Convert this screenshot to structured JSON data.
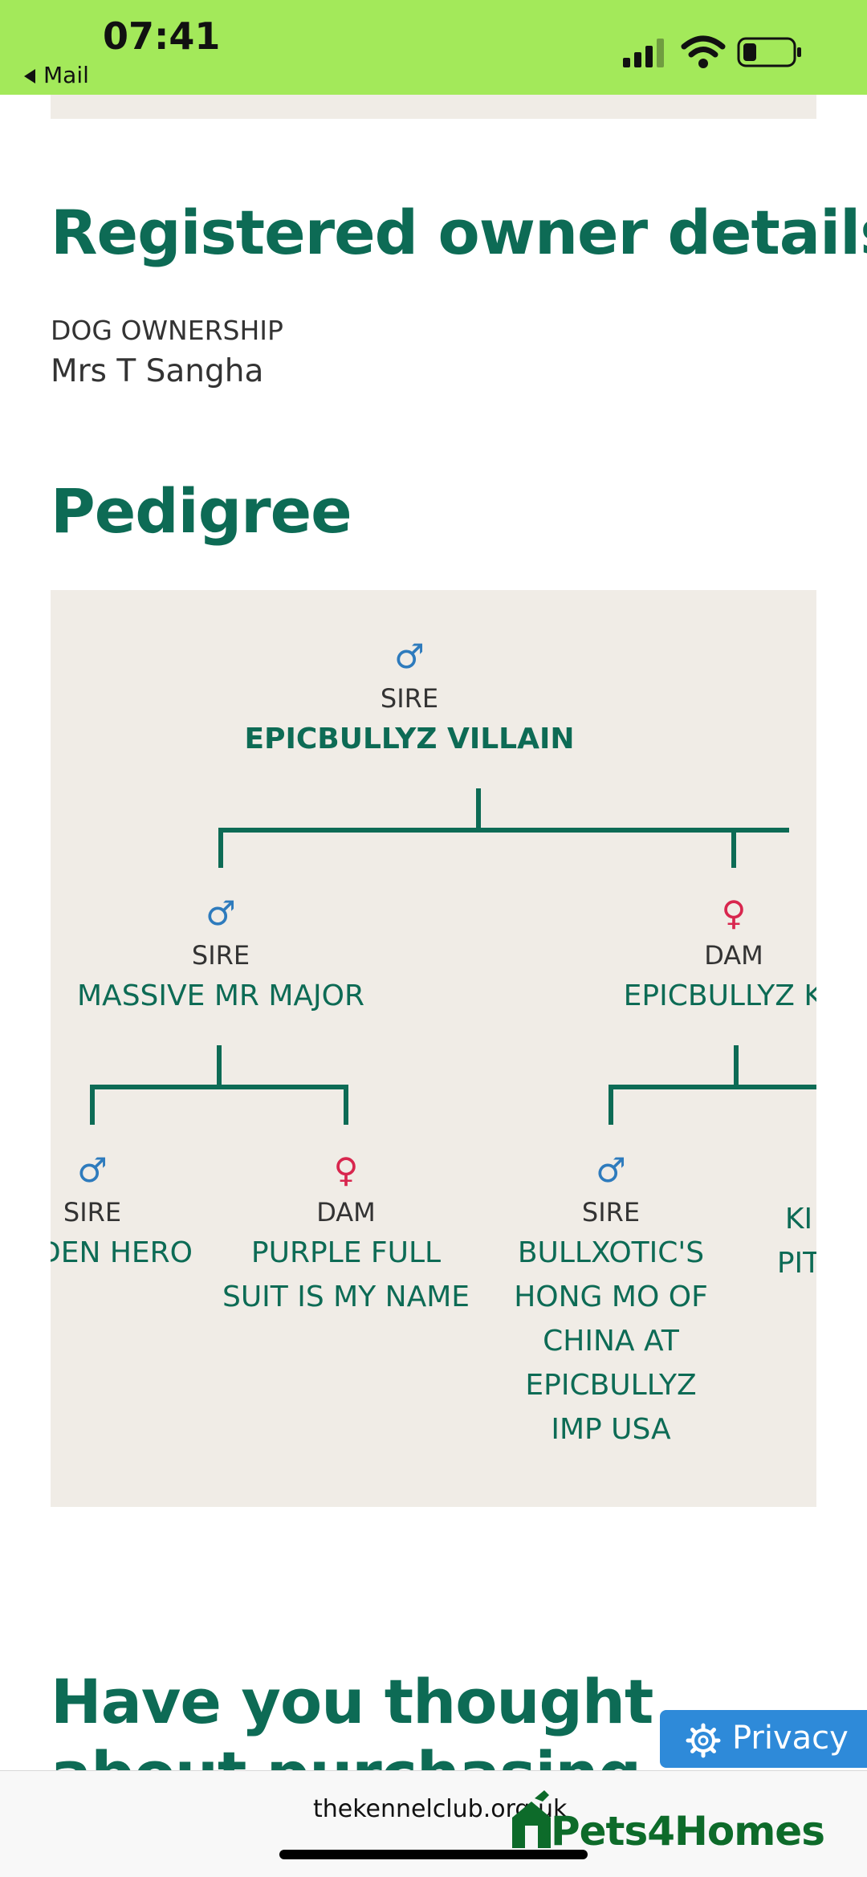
{
  "status_bar": {
    "time": "07:41",
    "back_label": "Mail",
    "back_icon": "back-triangle-icon",
    "signal_icon": "cellular-signal-icon",
    "wifi_icon": "wifi-icon",
    "battery_icon": "battery-icon",
    "bg_color": "#a3e95a"
  },
  "owner_section": {
    "heading": "Registered owner details",
    "label": "DOG OWNERSHIP",
    "value": "Mrs T Sangha"
  },
  "pedigree": {
    "heading": "Pedigree",
    "root": {
      "symbol": "♂",
      "role": "SIRE",
      "name": "EPICBULLYZ VILLAIN"
    },
    "sire": {
      "symbol": "♂",
      "role": "SIRE",
      "name": "MASSIVE MR MAJOR"
    },
    "dam": {
      "symbol": "♀",
      "role": "DAM",
      "name": "EPICBULLYZ KO"
    },
    "sire_sire": {
      "symbol": "♂",
      "role": "SIRE",
      "name": "DEN HERO"
    },
    "sire_dam": {
      "symbol": "♀",
      "role": "DAM",
      "name": "PURPLE FULL SUIT IS MY NAME"
    },
    "dam_sire": {
      "symbol": "♂",
      "role": "SIRE",
      "name": "BULLXOTIC'S HONG MO OF CHINA AT EPICBULLYZ IMP USA"
    },
    "dam_dam": {
      "name": "KI PIT"
    }
  },
  "cta": {
    "heading": "Have you thought about purchasing"
  },
  "privacy_button": {
    "label": "Privacy",
    "icon": "gear-icon"
  },
  "browser_bar": {
    "url": "thekennelclub.org.uk",
    "ad_brand": "Pets4Homes"
  },
  "colors": {
    "brand_green": "#0d6b55",
    "male_blue": "#2e7bbd",
    "female_red": "#d8264e",
    "panel_bg": "#f0ece6"
  }
}
